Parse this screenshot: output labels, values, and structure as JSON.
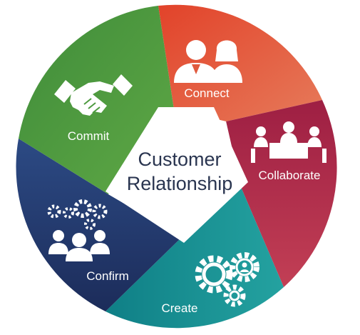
{
  "center": {
    "line1": "Customer",
    "line2": "Relationship"
  },
  "segments": [
    {
      "key": "connect",
      "label": "Connect",
      "color": "#e06040",
      "icon": "people-icon"
    },
    {
      "key": "collaborate",
      "label": "Collaborate",
      "color": "#b0304e",
      "icon": "meeting-table-icon"
    },
    {
      "key": "create",
      "label": "Create",
      "color": "#1a9596",
      "icon": "gears-person-icon"
    },
    {
      "key": "confirm",
      "label": "Confirm",
      "color": "#253868",
      "icon": "gears-team-icon"
    },
    {
      "key": "commit",
      "label": "Commit",
      "color": "#4c9a3e",
      "icon": "handshake-icon"
    }
  ]
}
